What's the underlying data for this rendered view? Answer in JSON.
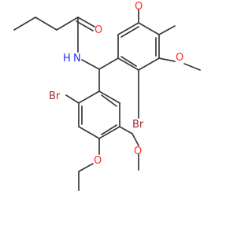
{
  "molecule": {
    "atoms": [
      {
        "key": "o_amide",
        "text": "O",
        "color": "#ff2a2a"
      },
      {
        "key": "n_amide",
        "text": "N",
        "color": "#2a2aff"
      },
      {
        "key": "h_amide",
        "text": "H",
        "color": "#2a2aff"
      },
      {
        "key": "o_ome1",
        "text": "O",
        "color": "#ff2a2a"
      },
      {
        "key": "o_ome2",
        "text": "O",
        "color": "#ff2a2a"
      },
      {
        "key": "br_upper",
        "text": "Br",
        "color": "#a52a2a"
      },
      {
        "key": "br_lower",
        "text": "Br",
        "color": "#a52a2a"
      },
      {
        "key": "o_ome3",
        "text": "O",
        "color": "#ff2a2a"
      },
      {
        "key": "o_ome4",
        "text": "O",
        "color": "#ff2a2a"
      }
    ]
  }
}
